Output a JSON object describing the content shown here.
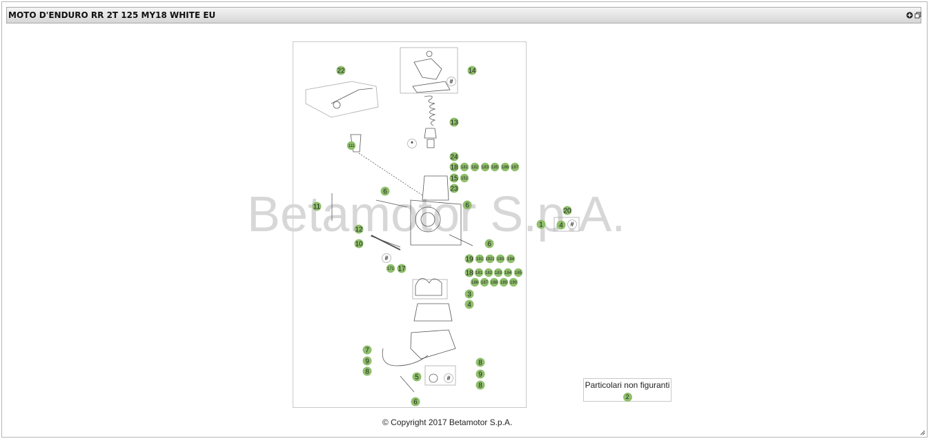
{
  "window": {
    "title": "MOTO D'ENDURO RR 2T 125 MY18 WHITE EU",
    "icons": [
      "plus-circle-icon",
      "popout-icon"
    ]
  },
  "diagram": {
    "watermark": "Betamotor S.p.A.",
    "callouts": [
      {
        "text": "22",
        "kind": "main"
      },
      {
        "text": "14",
        "kind": "main"
      },
      {
        "text": "13",
        "kind": "main"
      },
      {
        "text": "111",
        "kind": "sub"
      },
      {
        "text": "24",
        "kind": "main"
      },
      {
        "text": "18",
        "kind": "main"
      },
      {
        "text": "181",
        "kind": "sub"
      },
      {
        "text": "182",
        "kind": "sub"
      },
      {
        "text": "183",
        "kind": "sub"
      },
      {
        "text": "185",
        "kind": "sub"
      },
      {
        "text": "186",
        "kind": "sub"
      },
      {
        "text": "187",
        "kind": "sub"
      },
      {
        "text": "15",
        "kind": "main"
      },
      {
        "text": "151",
        "kind": "sub"
      },
      {
        "text": "23",
        "kind": "main"
      },
      {
        "text": "6",
        "kind": "main"
      },
      {
        "text": "6",
        "kind": "main"
      },
      {
        "text": "11",
        "kind": "main"
      },
      {
        "text": "12",
        "kind": "main"
      },
      {
        "text": "10",
        "kind": "main"
      },
      {
        "text": "1",
        "kind": "main"
      },
      {
        "text": "6",
        "kind": "main"
      },
      {
        "text": "19",
        "kind": "main"
      },
      {
        "text": "191",
        "kind": "sub"
      },
      {
        "text": "1922",
        "kind": "sub"
      },
      {
        "text": "193",
        "kind": "sub"
      },
      {
        "text": "194",
        "kind": "sub"
      },
      {
        "text": "171",
        "kind": "sub"
      },
      {
        "text": "17",
        "kind": "main"
      },
      {
        "text": "18",
        "kind": "main"
      },
      {
        "text": "181",
        "kind": "sub"
      },
      {
        "text": "182",
        "kind": "sub"
      },
      {
        "text": "183",
        "kind": "sub"
      },
      {
        "text": "184",
        "kind": "sub"
      },
      {
        "text": "185",
        "kind": "sub"
      },
      {
        "text": "186",
        "kind": "sub"
      },
      {
        "text": "187",
        "kind": "sub"
      },
      {
        "text": "188",
        "kind": "sub"
      },
      {
        "text": "189",
        "kind": "sub"
      },
      {
        "text": "190",
        "kind": "sub"
      },
      {
        "text": "3",
        "kind": "main"
      },
      {
        "text": "4",
        "kind": "main"
      },
      {
        "text": "7",
        "kind": "main"
      },
      {
        "text": "9",
        "kind": "main"
      },
      {
        "text": "8",
        "kind": "main"
      },
      {
        "text": "8",
        "kind": "main"
      },
      {
        "text": "5",
        "kind": "main"
      },
      {
        "text": "9",
        "kind": "main"
      },
      {
        "text": "8",
        "kind": "main"
      },
      {
        "text": "6",
        "kind": "main"
      },
      {
        "text": "20",
        "kind": "main"
      },
      {
        "text": "4",
        "kind": "main"
      }
    ],
    "hash_marks": [
      "#",
      "#",
      "#",
      "#"
    ],
    "asterisk": "*",
    "badge_color": "#8fbf6b"
  },
  "not_shown": {
    "label": "Particolari non figuranti",
    "badge": "2"
  },
  "footer": {
    "copyright": "© Copyright 2017 Betamotor S.p.A."
  }
}
